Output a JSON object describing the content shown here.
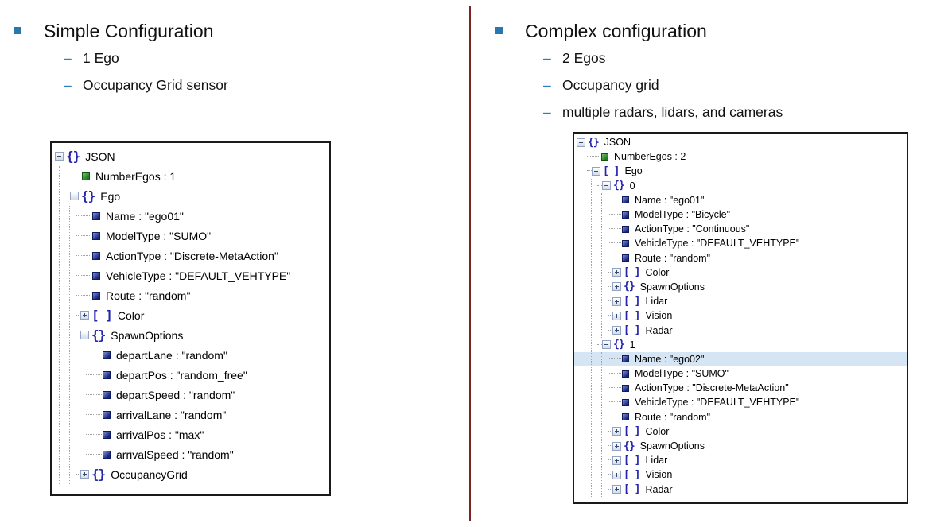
{
  "colors": {
    "accent_bullet": "#2878ae",
    "divider_line": "#7b2421",
    "tree_icon_navy": "#2424ad",
    "tree_icon_green": "#2e8b2e",
    "selection_highlight": "#d6e5f4",
    "panel_border": "#1a1a1a"
  },
  "left_column": {
    "title": "Simple Configuration",
    "bullets": [
      "1 Ego",
      "Occupancy Grid sensor"
    ]
  },
  "right_column": {
    "title": "Complex configuration",
    "bullets": [
      "2 Egos",
      "Occupancy grid",
      "multiple radars, lidars, and cameras"
    ]
  },
  "left_tree": {
    "root": {
      "label": "JSON",
      "icon": "object",
      "expander": "minus",
      "children": [
        {
          "label": "NumberEgos : 1",
          "icon": "leaf-green"
        },
        {
          "label": "Ego",
          "icon": "object",
          "expander": "minus",
          "children": [
            {
              "label": "Name : \"ego01\"",
              "icon": "leaf"
            },
            {
              "label": "ModelType : \"SUMO\"",
              "icon": "leaf"
            },
            {
              "label": "ActionType : \"Discrete-MetaAction\"",
              "icon": "leaf"
            },
            {
              "label": "VehicleType : \"DEFAULT_VEHTYPE\"",
              "icon": "leaf"
            },
            {
              "label": "Route : \"random\"",
              "icon": "leaf"
            },
            {
              "label": "Color",
              "icon": "array",
              "expander": "plus"
            },
            {
              "label": "SpawnOptions",
              "icon": "object",
              "expander": "minus",
              "children": [
                {
                  "label": "departLane : \"random\"",
                  "icon": "leaf"
                },
                {
                  "label": "departPos : \"random_free\"",
                  "icon": "leaf"
                },
                {
                  "label": "departSpeed : \"random\"",
                  "icon": "leaf"
                },
                {
                  "label": "arrivalLane : \"random\"",
                  "icon": "leaf"
                },
                {
                  "label": "arrivalPos : \"max\"",
                  "icon": "leaf"
                },
                {
                  "label": "arrivalSpeed : \"random\"",
                  "icon": "leaf"
                }
              ]
            },
            {
              "label": "OccupancyGrid",
              "icon": "object",
              "expander": "plus"
            }
          ]
        }
      ]
    }
  },
  "right_tree": {
    "root": {
      "label": "JSON",
      "icon": "object",
      "expander": "minus",
      "children": [
        {
          "label": "NumberEgos : 2",
          "icon": "leaf-green"
        },
        {
          "label": "Ego",
          "icon": "array",
          "expander": "minus",
          "children": [
            {
              "label": "0",
              "icon": "object",
              "expander": "minus",
              "children": [
                {
                  "label": "Name : \"ego01\"",
                  "icon": "leaf"
                },
                {
                  "label": "ModelType : \"Bicycle\"",
                  "icon": "leaf"
                },
                {
                  "label": "ActionType : \"Continuous\"",
                  "icon": "leaf"
                },
                {
                  "label": "VehicleType : \"DEFAULT_VEHTYPE\"",
                  "icon": "leaf"
                },
                {
                  "label": "Route : \"random\"",
                  "icon": "leaf"
                },
                {
                  "label": "Color",
                  "icon": "array",
                  "expander": "plus"
                },
                {
                  "label": "SpawnOptions",
                  "icon": "object",
                  "expander": "plus"
                },
                {
                  "label": "Lidar",
                  "icon": "array",
                  "expander": "plus"
                },
                {
                  "label": "Vision",
                  "icon": "array",
                  "expander": "plus"
                },
                {
                  "label": "Radar",
                  "icon": "array",
                  "expander": "plus"
                }
              ]
            },
            {
              "label": "1",
              "icon": "object",
              "expander": "minus",
              "children": [
                {
                  "label": "Name : \"ego02\"",
                  "icon": "leaf",
                  "highlighted": true
                },
                {
                  "label": "ModelType : \"SUMO\"",
                  "icon": "leaf"
                },
                {
                  "label": "ActionType : \"Discrete-MetaAction\"",
                  "icon": "leaf"
                },
                {
                  "label": "VehicleType : \"DEFAULT_VEHTYPE\"",
                  "icon": "leaf"
                },
                {
                  "label": "Route : \"random\"",
                  "icon": "leaf"
                },
                {
                  "label": "Color",
                  "icon": "array",
                  "expander": "plus"
                },
                {
                  "label": "SpawnOptions",
                  "icon": "object",
                  "expander": "plus"
                },
                {
                  "label": "Lidar",
                  "icon": "array",
                  "expander": "plus"
                },
                {
                  "label": "Vision",
                  "icon": "array",
                  "expander": "plus"
                },
                {
                  "label": "Radar",
                  "icon": "array",
                  "expander": "plus"
                }
              ]
            }
          ]
        }
      ]
    }
  }
}
